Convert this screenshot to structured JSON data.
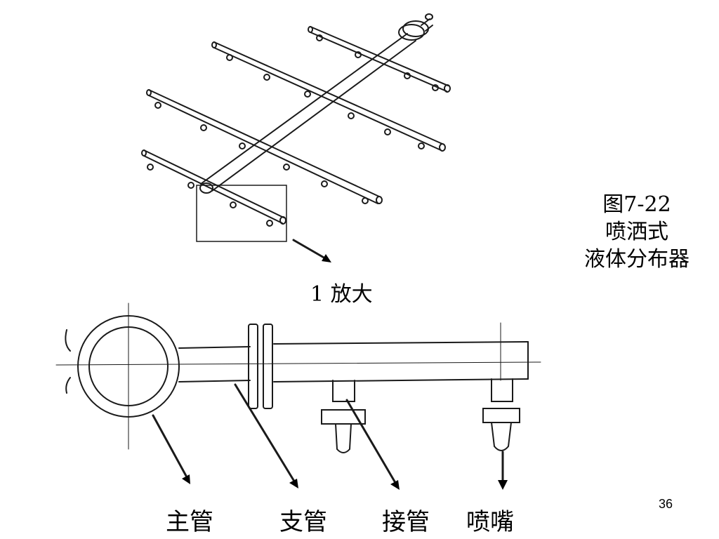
{
  "caption": {
    "figure_number": "图7-22",
    "line2": "喷洒式",
    "line3": "液体分布器"
  },
  "zoom_label": "1 放大",
  "part_labels": {
    "main_pipe": "主管",
    "branch_pipe": "支管",
    "connector_pipe": "接管",
    "nozzle": "喷嘴"
  },
  "page_number": "36"
}
